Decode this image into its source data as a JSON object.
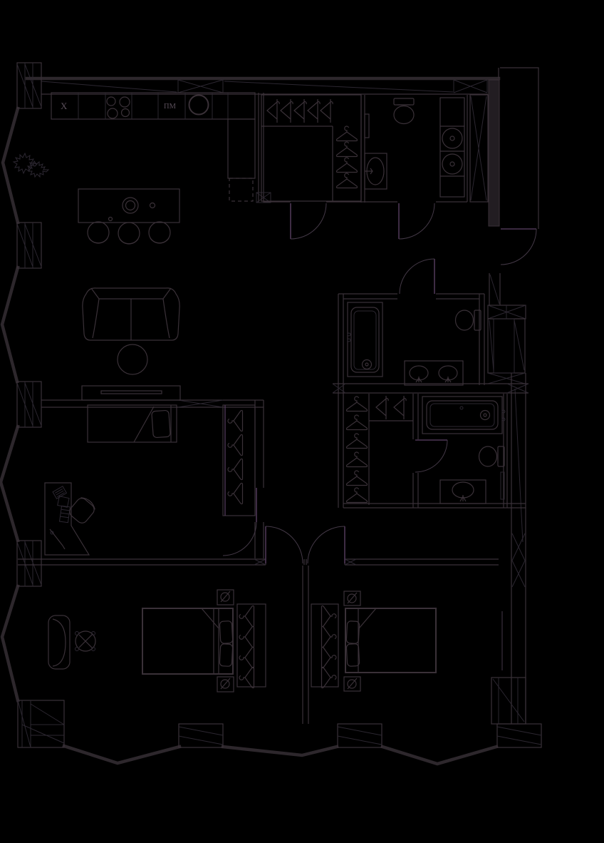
{
  "meta": {
    "title": "Apartment floor plan",
    "style": "dark architectural blueprint, line drawing on black"
  },
  "labels": {
    "fridge": "Х",
    "dishwasher": "ПМ"
  },
  "colors": {
    "background": "#000000",
    "wall": "#2d272c",
    "line": "#3a3138",
    "line_dim": "#2c2731",
    "accent": "#4e3756",
    "label": "#5a4f5a"
  },
  "fixtures": [
    "kitchen-counter",
    "fridge-label",
    "stove-burners",
    "dishwasher-label",
    "kitchen-sink",
    "kitchen-tall-unit",
    "kitchen-island",
    "bar-stools",
    "plant",
    "sofa",
    "coffee-table",
    "tv-console",
    "single-bed",
    "desk",
    "desk-chair",
    "desk-lamp",
    "keyboard",
    "wardrobe-hangers",
    "hallway-wardrobe",
    "laundry-toilet",
    "laundry-sink",
    "washing-machines",
    "bathtub-vertical",
    "bathtub-horizontal",
    "toilet",
    "vanity-double-sink",
    "walkin-closet",
    "armchair",
    "side-table",
    "double-bed",
    "pillows",
    "nightstand-lamp",
    "windows",
    "door-arcs",
    "structural-column"
  ]
}
